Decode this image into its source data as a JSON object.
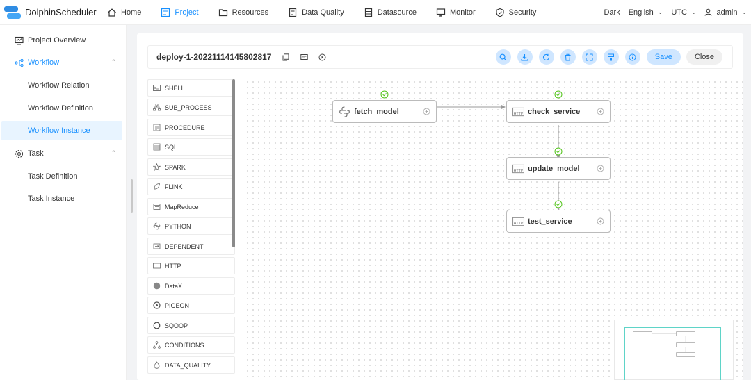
{
  "app": {
    "name": "DolphinScheduler"
  },
  "nav": {
    "items": [
      {
        "label": "Home",
        "icon": "home-icon"
      },
      {
        "label": "Project",
        "icon": "project-icon",
        "active": true
      },
      {
        "label": "Resources",
        "icon": "folder-icon"
      },
      {
        "label": "Data Quality",
        "icon": "clipboard-icon"
      },
      {
        "label": "Datasource",
        "icon": "database-icon"
      },
      {
        "label": "Monitor",
        "icon": "monitor-icon"
      },
      {
        "label": "Security",
        "icon": "shield-icon"
      }
    ],
    "theme": "Dark",
    "language": "English",
    "timezone": "UTC",
    "user": "admin"
  },
  "sidebar": {
    "project_overview": "Project Overview",
    "workflow": "Workflow",
    "workflow_relation": "Workflow Relation",
    "workflow_definition": "Workflow Definition",
    "workflow_instance": "Workflow Instance",
    "task": "Task",
    "task_definition": "Task Definition",
    "task_instance": "Task Instance"
  },
  "toolbar": {
    "workflow_name": "deploy-1-20221114145802817",
    "save_label": "Save",
    "close_label": "Close",
    "tools": [
      "search-icon",
      "download-icon",
      "refresh-icon",
      "delete-icon",
      "fullscreen-icon",
      "format-icon",
      "info-icon"
    ]
  },
  "palette": {
    "items": [
      "SHELL",
      "SUB_PROCESS",
      "PROCEDURE",
      "SQL",
      "SPARK",
      "FLINK",
      "MapReduce",
      "PYTHON",
      "DEPENDENT",
      "HTTP",
      "DataX",
      "PIGEON",
      "SQOOP",
      "CONDITIONS",
      "DATA_QUALITY"
    ]
  },
  "dag": {
    "nodes": [
      {
        "name": "fetch_model",
        "type": "PYTHON",
        "status": "success"
      },
      {
        "name": "check_service",
        "type": "HTTP",
        "status": "success"
      },
      {
        "name": "update_model",
        "type": "HTTP",
        "status": "success"
      },
      {
        "name": "test_service",
        "type": "HTTP",
        "status": "success"
      }
    ],
    "http_badge": "HTTP"
  },
  "colors": {
    "accent": "#1890ff",
    "accent_light": "#cfe6ff",
    "success": "#52c41a",
    "minimap_view": "#5fd4c8"
  }
}
